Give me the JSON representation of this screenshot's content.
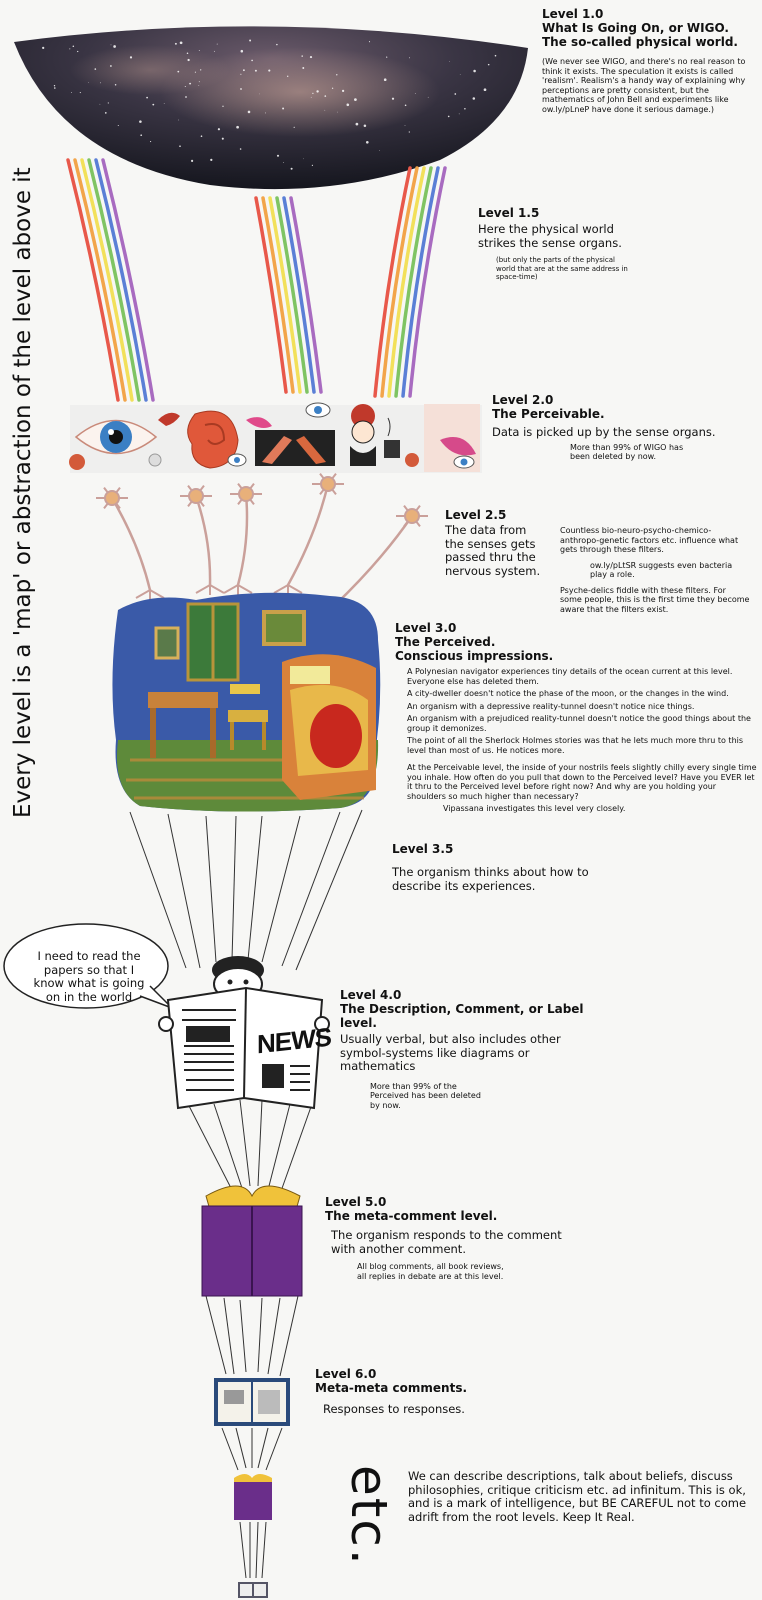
{
  "side_title": "Every level is a 'map' or abstraction of the level above it",
  "levels": {
    "l10": {
      "number": "Level 1.0",
      "title1": "What Is Going On, or WIGO.",
      "title2": "The so-called physical world.",
      "note": "(We never see WIGO, and there's no real reason to think it exists. The speculation it exists is called 'realism'. Realism's a handy way of explaining why perceptions are pretty consistent, but the mathematics of John Bell and experiments like ow.ly/pLneP have done it serious damage.)"
    },
    "l15": {
      "number": "Level 1.5",
      "text": "Here the physical world strikes the sense organs.",
      "note": "(but only the parts of the physical world that are at the same address in space-time)"
    },
    "l20": {
      "number": "Level 2.0",
      "title": "The Perceivable.",
      "text": "Data is picked up by the sense organs.",
      "note": "More than 99% of WIGO has been deleted by now."
    },
    "l25": {
      "number": "Level 2.5",
      "text": "The data from the senses gets passed thru the nervous system.",
      "note1": "Countless bio-neuro-psycho-chemico-anthropo-genetic factors etc. influence what gets through these filters.",
      "note2": "ow.ly/pLtSR suggests even bacteria play a role.",
      "note3": "Psyche-delics fiddle with these filters. For some people, this is the first time they become aware that the filters exist."
    },
    "l30": {
      "number": "Level 3.0",
      "title1": "The Perceived.",
      "title2": "Conscious impressions.",
      "notes": [
        "A Polynesian navigator experiences tiny details of the ocean current at this level. Everyone else has deleted them.",
        "A city-dweller doesn't notice the phase of the moon, or the changes in the wind.",
        "An organism with a depressive reality-tunnel doesn't notice nice things.",
        "An organism with a prejudiced reality-tunnel doesn't notice the good things about the group it demonizes.",
        "The point of all the Sherlock Holmes stories was that he lets much more thru to this level than most of us. He notices more.",
        "At the Perceivable level, the inside of your nostrils feels slightly chilly every single time you inhale. How often do you pull that down to the Perceived level? Have you EVER let it thru to the Perceived level before right now? And why are you holding your shoulders so much higher than necessary?",
        "Vipassana investigates this level very closely."
      ]
    },
    "l35": {
      "number": "Level 3.5",
      "text": "The organism thinks about how to describe its experiences."
    },
    "l40": {
      "number": "Level 4.0",
      "title": "The Description, Comment, or Label level.",
      "text": "Usually verbal, but also includes other symbol-systems like diagrams or mathematics",
      "note": "More than 99% of the Perceived has been deleted by now.",
      "bubble": "I need to read the papers so that I know what is going on in the world",
      "newspaper": "NEWS"
    },
    "l50": {
      "number": "Level 5.0",
      "title": "The meta-comment level.",
      "text": "The organism responds to the comment with another comment.",
      "note": "All blog comments, all book reviews, all replies in debate are at this level."
    },
    "l60": {
      "number": "Level 6.0",
      "title": "Meta-meta comments.",
      "text": "Responses to responses."
    },
    "etc": {
      "label": "etc.",
      "text": "We can describe descriptions, talk about beliefs, discuss philosophies, critique criticism etc. ad infinitum. This is ok, and is a mark of intelligence, but BE CAREFUL not to come adrift from the root levels. Keep It Real."
    }
  },
  "colors": {
    "rainbow": [
      "#e8584a",
      "#f2a54a",
      "#f2e05a",
      "#7fc463",
      "#5a7fd6",
      "#a86bc0"
    ],
    "book": "#6a2e8a",
    "book_pages": "#f0c23a",
    "sky": "#2b2f3d",
    "wall": "#3a5aa8",
    "floor": "#5e8a3a"
  }
}
